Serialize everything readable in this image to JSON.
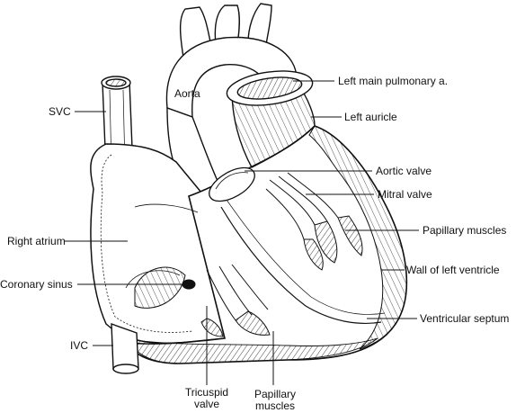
{
  "labels": {
    "aorta": "Aorta",
    "svc": "SVC",
    "left_main_pulmonary": "Left main pulmonary a.",
    "left_auricle": "Left auricle",
    "aortic_valve": "Aortic valve",
    "mitral_valve": "Mitral valve",
    "right_atrium": "Right atrium",
    "papillary_muscles_right": "Papillary muscles",
    "wall_left_ventricle": "Wall of left ventricle",
    "coronary_sinus": "Coronary sinus",
    "ventricular_septum": "Ventricular septum",
    "ivc": "IVC",
    "tricuspid_line1": "Tricuspid",
    "tricuspid_line2": "valve",
    "papillary_bottom_line1": "Papillary",
    "papillary_bottom_line2": "muscles"
  },
  "colors": {
    "ink": "#111111",
    "paper": "#ffffff"
  }
}
